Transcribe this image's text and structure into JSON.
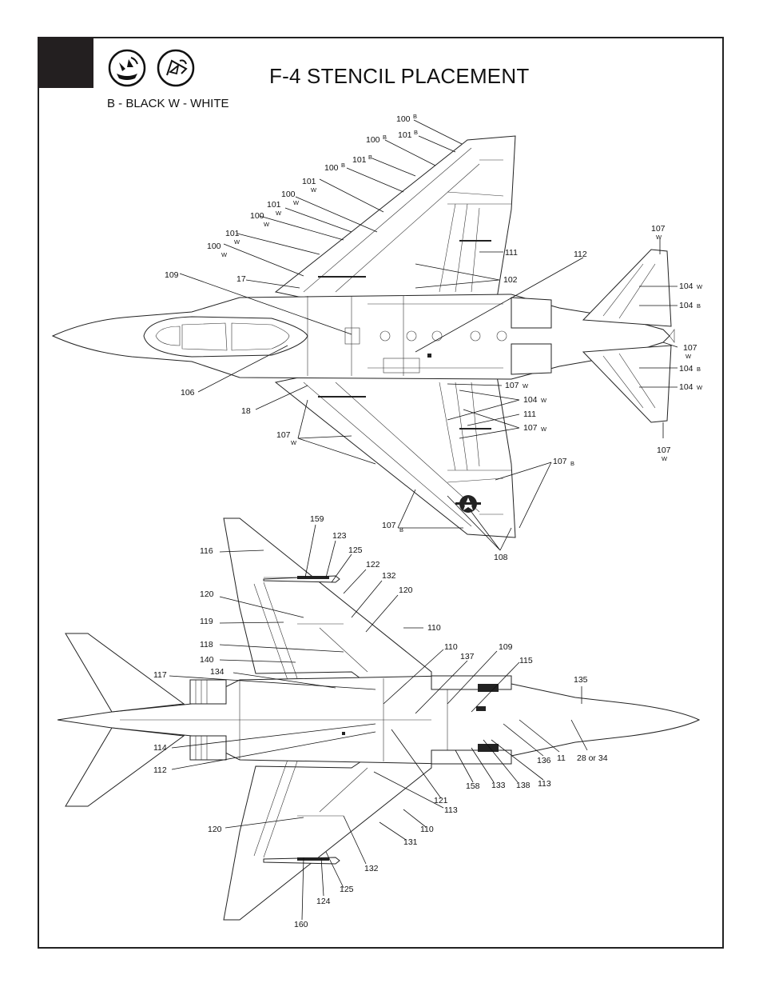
{
  "header": {
    "title": "F-4 STENCIL PLACEMENT",
    "legend": "B - BLACK  W - WHITE",
    "icons": [
      "decal-water-icon",
      "decal-slide-icon"
    ]
  },
  "callouts_top": {
    "c100B_1": "100",
    "c100B_1s": "B",
    "c101B_1": "101",
    "c101B_1s": "B",
    "c100B_2": "100",
    "c100B_2s": "B",
    "c101B_2": "101",
    "c101B_2s": "B",
    "c100B_3": "100",
    "c100B_3s": "B",
    "c101W_1": "101",
    "c101W_1s": "W",
    "c100W_1": "100",
    "c100W_1s": "W",
    "c101W_2": "101",
    "c101W_2s": "W",
    "c100W_2": "100",
    "c100W_2s": "W",
    "c101W_3": "101",
    "c101W_3s": "W",
    "c100W_3": "100",
    "c100W_3s": "W",
    "c109": "109",
    "c17": "17",
    "c106": "106",
    "c18": "18",
    "c107W_left": "107",
    "c107W_lefts": "W",
    "c107B_bottom": "107",
    "c107B_bottoms": "B",
    "c108": "108",
    "c111a": "111",
    "c102": "102",
    "c112": "112",
    "c107W_tail_top": "107",
    "c107W_tail_tops": "W",
    "c104W_a": "104",
    "c104W_as": "W",
    "c104B_a": "104",
    "c104B_as": "B",
    "c107W_tail_mid": "107",
    "c107W_tail_mids": "W",
    "c104B_b": "104",
    "c104B_bs": "B",
    "c104W_b": "104",
    "c104W_bs": "W",
    "c107W_tail_bot": "107",
    "c107W_tail_bots": "W",
    "c107W_wing1": "107",
    "c107W_wing1s": "W",
    "c104W_wing": "104",
    "c104W_wings": "W",
    "c111b": "111",
    "c107W_wing2": "107",
    "c107W_wing2s": "W",
    "c107B_wing": "107",
    "c107B_wings": "B"
  },
  "callouts_bottom": {
    "c159": "159",
    "c123": "123",
    "c116": "116",
    "c125a": "125",
    "c122": "122",
    "c132a": "132",
    "c120a": "120",
    "c120b": "120",
    "c119": "119",
    "c110a": "110",
    "c118": "118",
    "c140": "140",
    "c110b": "110",
    "c109": "109",
    "c137": "137",
    "c134": "134",
    "c115": "115",
    "c117": "117",
    "c135": "135",
    "c114": "114",
    "c136": "136",
    "c11": "11",
    "c28": "28 or 34",
    "c112": "112",
    "c158": "158",
    "c133": "133",
    "c138": "138",
    "c113a": "113",
    "c121": "121",
    "c113b": "113",
    "c120c": "120",
    "c110c": "110",
    "c131": "131",
    "c132b": "132",
    "c125b": "125",
    "c124": "124",
    "c160": "160"
  },
  "colors": {
    "ink": "#111111",
    "corner": "#231f20",
    "paper": "#ffffff"
  }
}
